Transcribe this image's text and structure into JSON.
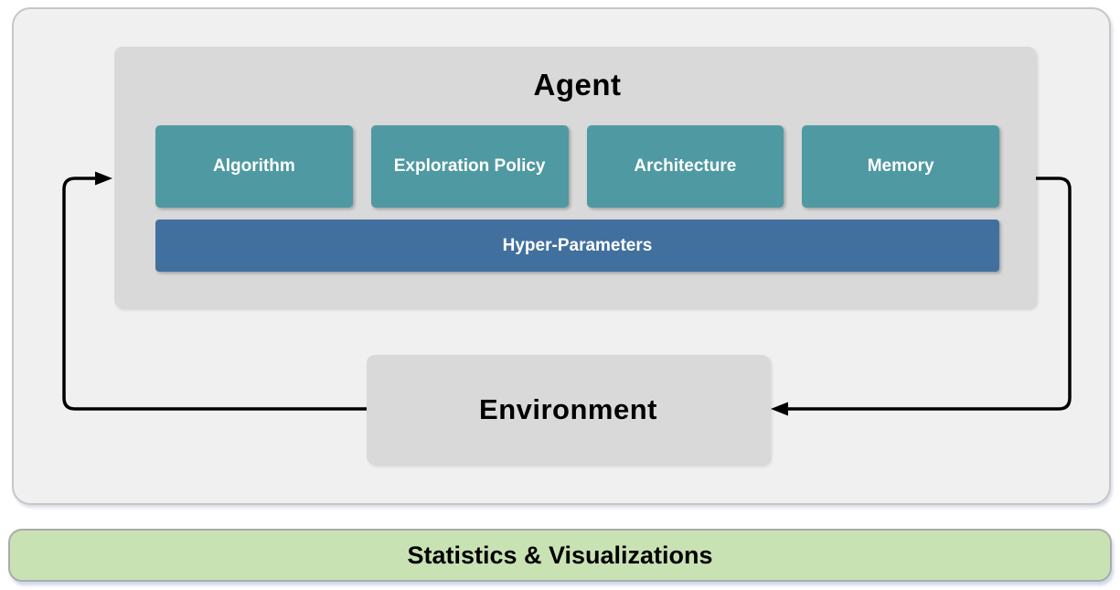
{
  "diagram": {
    "agent": {
      "title": "Agent",
      "components": [
        "Algorithm",
        "Exploration Policy",
        "Architecture",
        "Memory"
      ],
      "hyper_parameters_label": "Hyper-Parameters"
    },
    "environment_label": "Environment",
    "footer_label": "Statistics & Visualizations",
    "colors": {
      "component_teal": "#4F99A2",
      "hyper_blue": "#41709E",
      "box_gray": "#D9D9D9",
      "panel_gray": "#F0F0F0",
      "footer_green": "#C9E2B3",
      "arrow_black": "#000000"
    }
  }
}
